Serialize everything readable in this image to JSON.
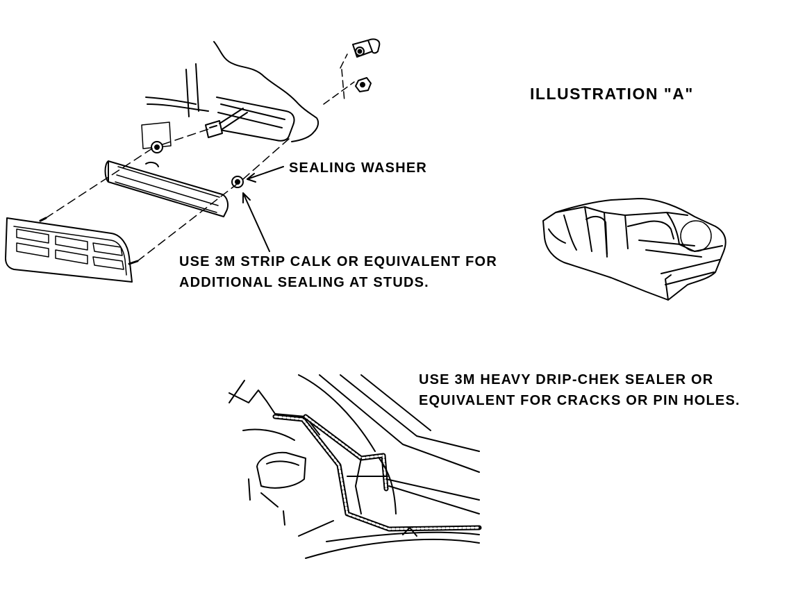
{
  "diagram": {
    "title": "ILLUSTRATION  \"A\"",
    "labels": {
      "sealing_washer": "SEALING WASHER",
      "strip_calk_line1": "USE 3M STRIP CALK OR EQUIVALENT FOR",
      "strip_calk_line2": "ADDITIONAL SEALING AT STUDS.",
      "drip_chek_line1": "USE 3M HEAVY DRIP-CHEK SEALER OR",
      "drip_chek_line2": "EQUIVALENT FOR CRACKS OR PIN HOLES."
    }
  }
}
